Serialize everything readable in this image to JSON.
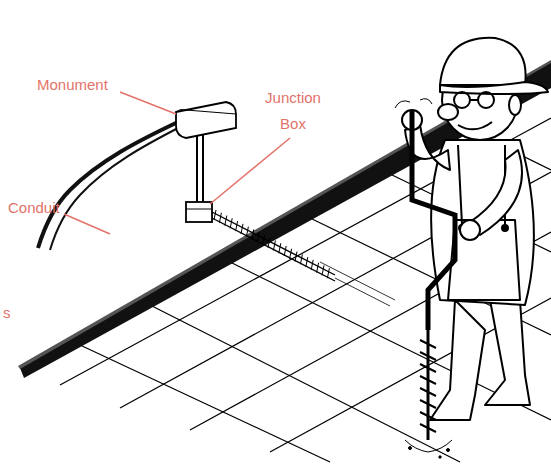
{
  "diagram": {
    "labels": [
      "Monument",
      "Conduit",
      "Junction Box",
      "s"
    ]
  }
}
